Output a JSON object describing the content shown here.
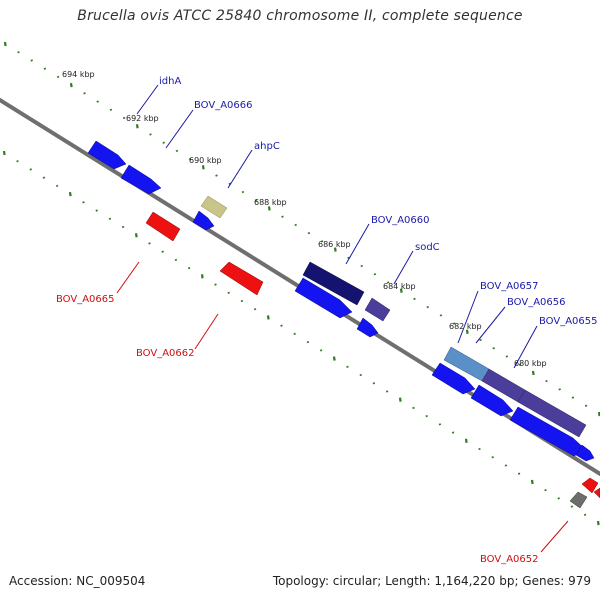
{
  "title": "Brucella ovis ATCC 25840 chromosome II, complete sequence",
  "footer": {
    "accession": "Accession: NC_009504",
    "topology": "Topology: circular; Length: 1,164,220 bp; Genes: 979"
  },
  "colors": {
    "background": "#ffffff",
    "backbone": "#777777",
    "tick": "#2e7d1f",
    "plus_strand_gene": "#1414f0",
    "minus_strand_gene": "#ee1111",
    "plus_label": "#1a1aa8",
    "minus_label": "#cc1111"
  },
  "scale_labels": [
    "694 kbp",
    "692 kbp",
    "690 kbp",
    "688 kbp",
    "686 kbp",
    "684 kbp",
    "682 kbp",
    "680 kbp"
  ],
  "gene_labels": {
    "plus": [
      "idhA",
      "BOV_A0666",
      "ahpC",
      "BOV_A0660",
      "sodC",
      "BOV_A0657",
      "BOV_A0656",
      "BOV_A0655"
    ],
    "minus": [
      "BOV_A0665",
      "BOV_A0662",
      "BOV_A0652"
    ]
  },
  "legend_icons": [
    "forward-arrow-icon",
    "reverse-arrow-icon"
  ]
}
